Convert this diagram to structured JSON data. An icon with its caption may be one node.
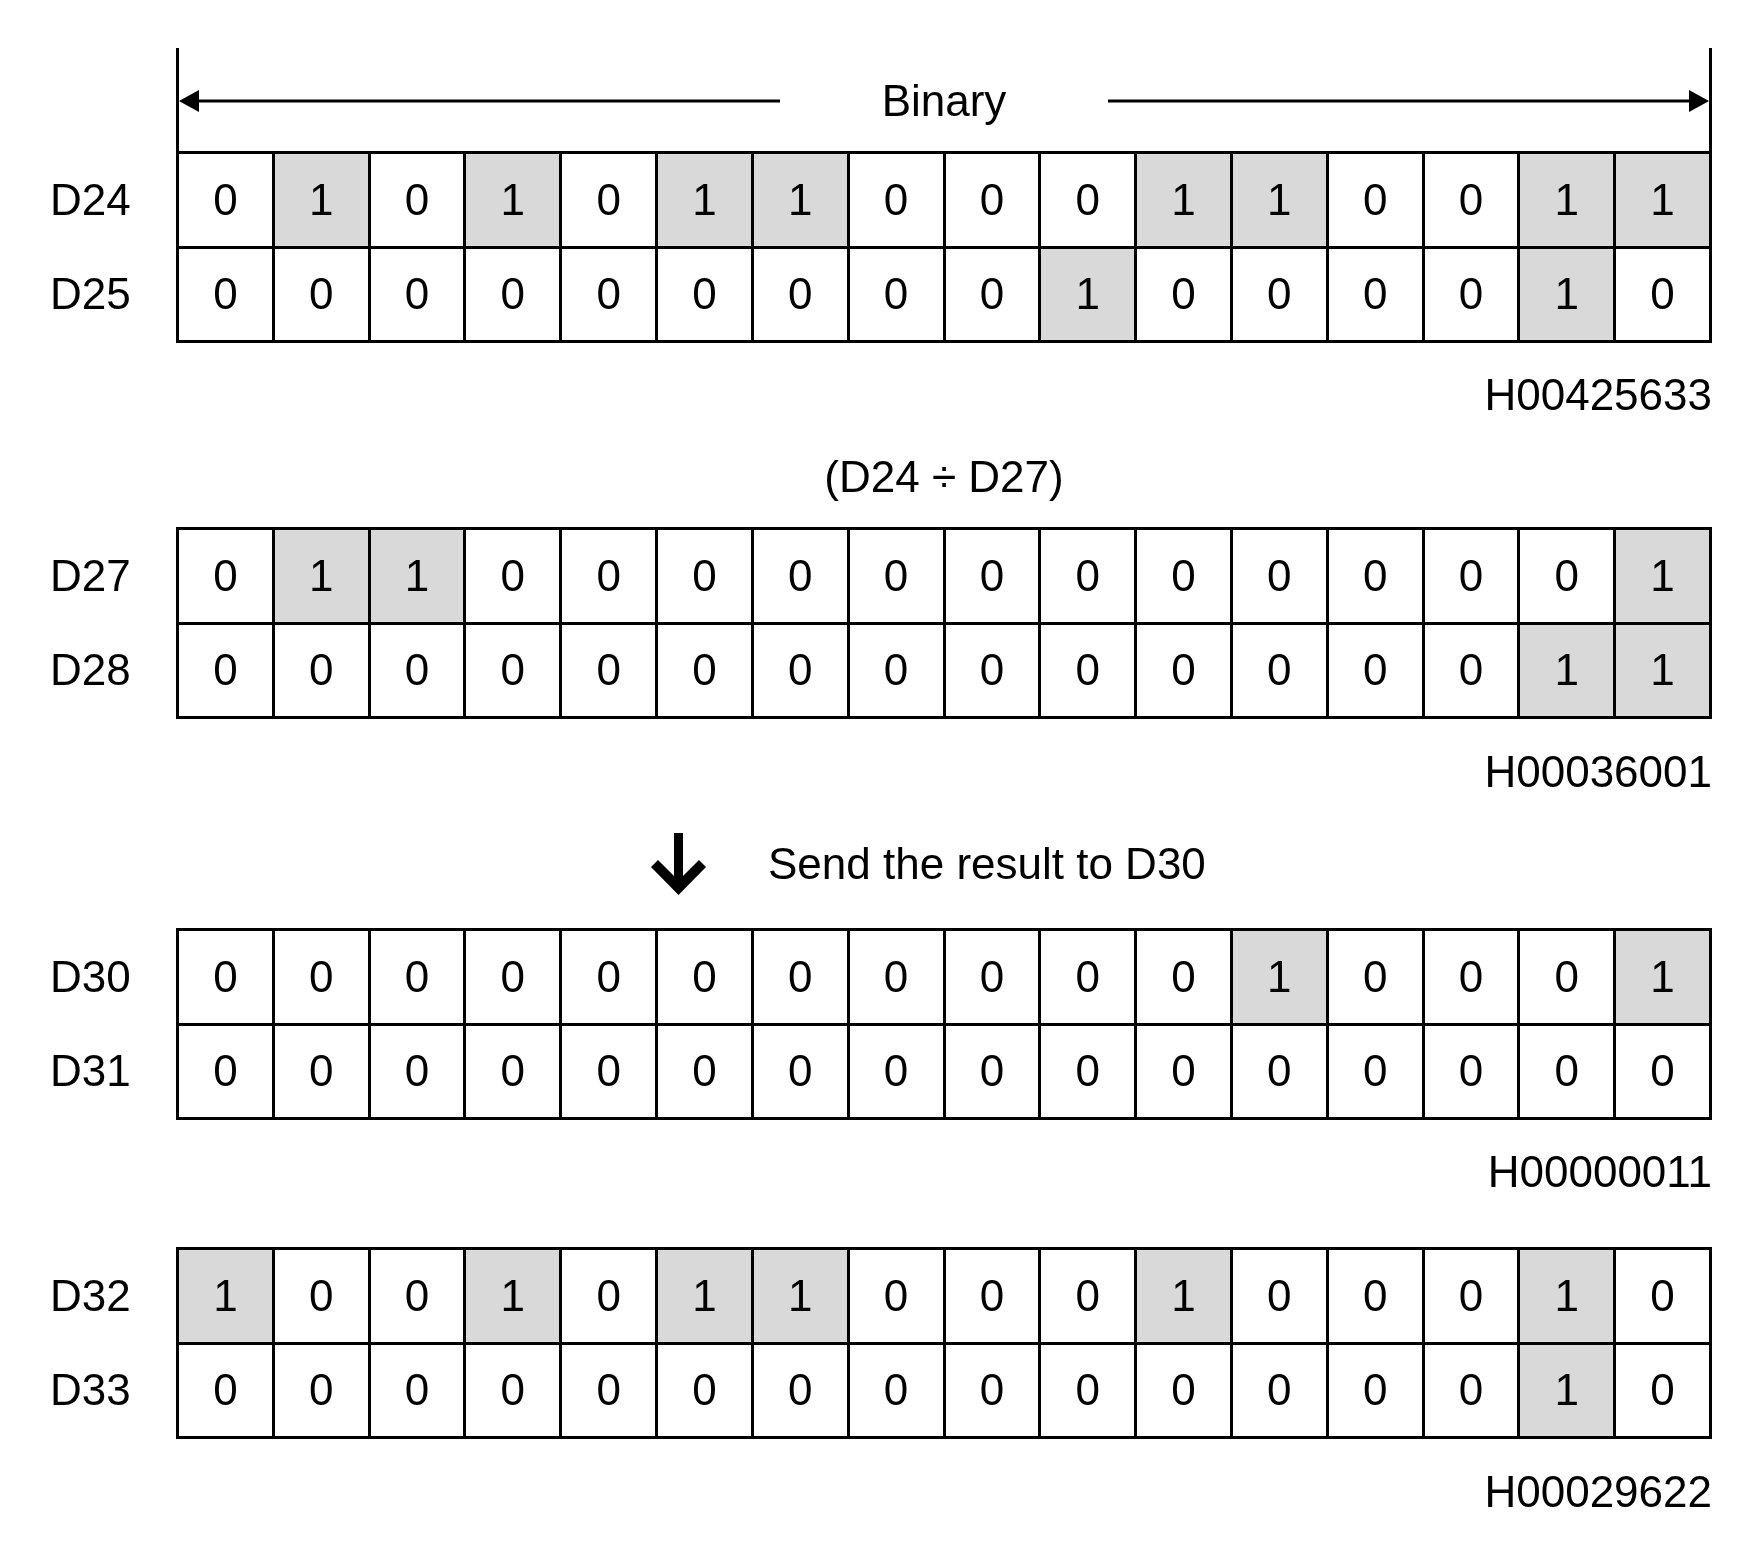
{
  "diagram": {
    "labels": [
      "Binary",
      "D24",
      "0",
      "1",
      "0",
      "1",
      "0",
      "1",
      "1",
      "0",
      "0",
      "0",
      "1",
      "1",
      "0",
      "0",
      "1",
      "1",
      "D25",
      "0",
      "0",
      "0",
      "0",
      "0",
      "0",
      "0",
      "0",
      "0",
      "1",
      "0",
      "0",
      "0",
      "0",
      "1",
      "0",
      "H00425633",
      "(D24 ÷ D27)",
      "D27",
      "0",
      "1",
      "1",
      "0",
      "0",
      "0",
      "0",
      "0",
      "0",
      "0",
      "0",
      "0",
      "0",
      "0",
      "0",
      "1",
      "D28",
      "0",
      "0",
      "0",
      "0",
      "0",
      "0",
      "0",
      "0",
      "0",
      "0",
      "0",
      "0",
      "0",
      "0",
      "1",
      "1",
      "H00036001",
      "Send the result to D30",
      "D30",
      "0",
      "0",
      "0",
      "0",
      "0",
      "0",
      "0",
      "0",
      "0",
      "0",
      "0",
      "1",
      "0",
      "0",
      "0",
      "1",
      "D31",
      "0",
      "0",
      "0",
      "0",
      "0",
      "0",
      "0",
      "0",
      "0",
      "0",
      "0",
      "0",
      "0",
      "0",
      "0",
      "0",
      "H00000011",
      "D32",
      "1",
      "0",
      "0",
      "1",
      "0",
      "1",
      "1",
      "0",
      "0",
      "0",
      "1",
      "0",
      "0",
      "0",
      "1",
      "0",
      "D33",
      "0",
      "0",
      "0",
      "0",
      "0",
      "0",
      "0",
      "0",
      "0",
      "0",
      "0",
      "0",
      "0",
      "0",
      "1",
      "0",
      "H00029622"
    ]
  }
}
